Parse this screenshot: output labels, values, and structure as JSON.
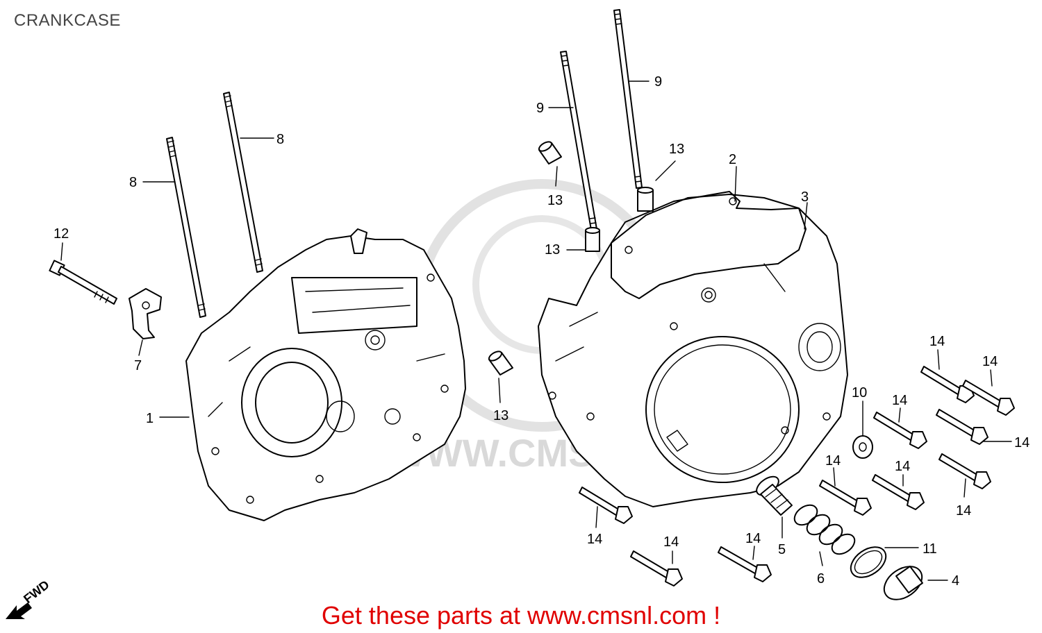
{
  "title": "CRANKCASE",
  "watermark": "WWW.CMSNL.COM",
  "fwd_label": "FWD",
  "footer_cta": "Get these parts at www.cmsnl.com !",
  "callouts": {
    "c1": "1",
    "c2": "2",
    "c3": "3",
    "c4": "4",
    "c5": "5",
    "c6": "6",
    "c7": "7",
    "c8a": "8",
    "c8b": "8",
    "c9a": "9",
    "c9b": "9",
    "c10": "10",
    "c11": "11",
    "c12": "12",
    "c13a": "13",
    "c13b": "13",
    "c13c": "13",
    "c13d": "13",
    "c14a": "14",
    "c14b": "14",
    "c14c": "14",
    "c14d": "14",
    "c14e": "14",
    "c14f": "14",
    "c14g": "14",
    "c14h": "14",
    "c14i": "14",
    "c14j": "14"
  },
  "colors": {
    "cta": "#e00000",
    "title": "#444444",
    "watermark": "#d9d9d9"
  }
}
